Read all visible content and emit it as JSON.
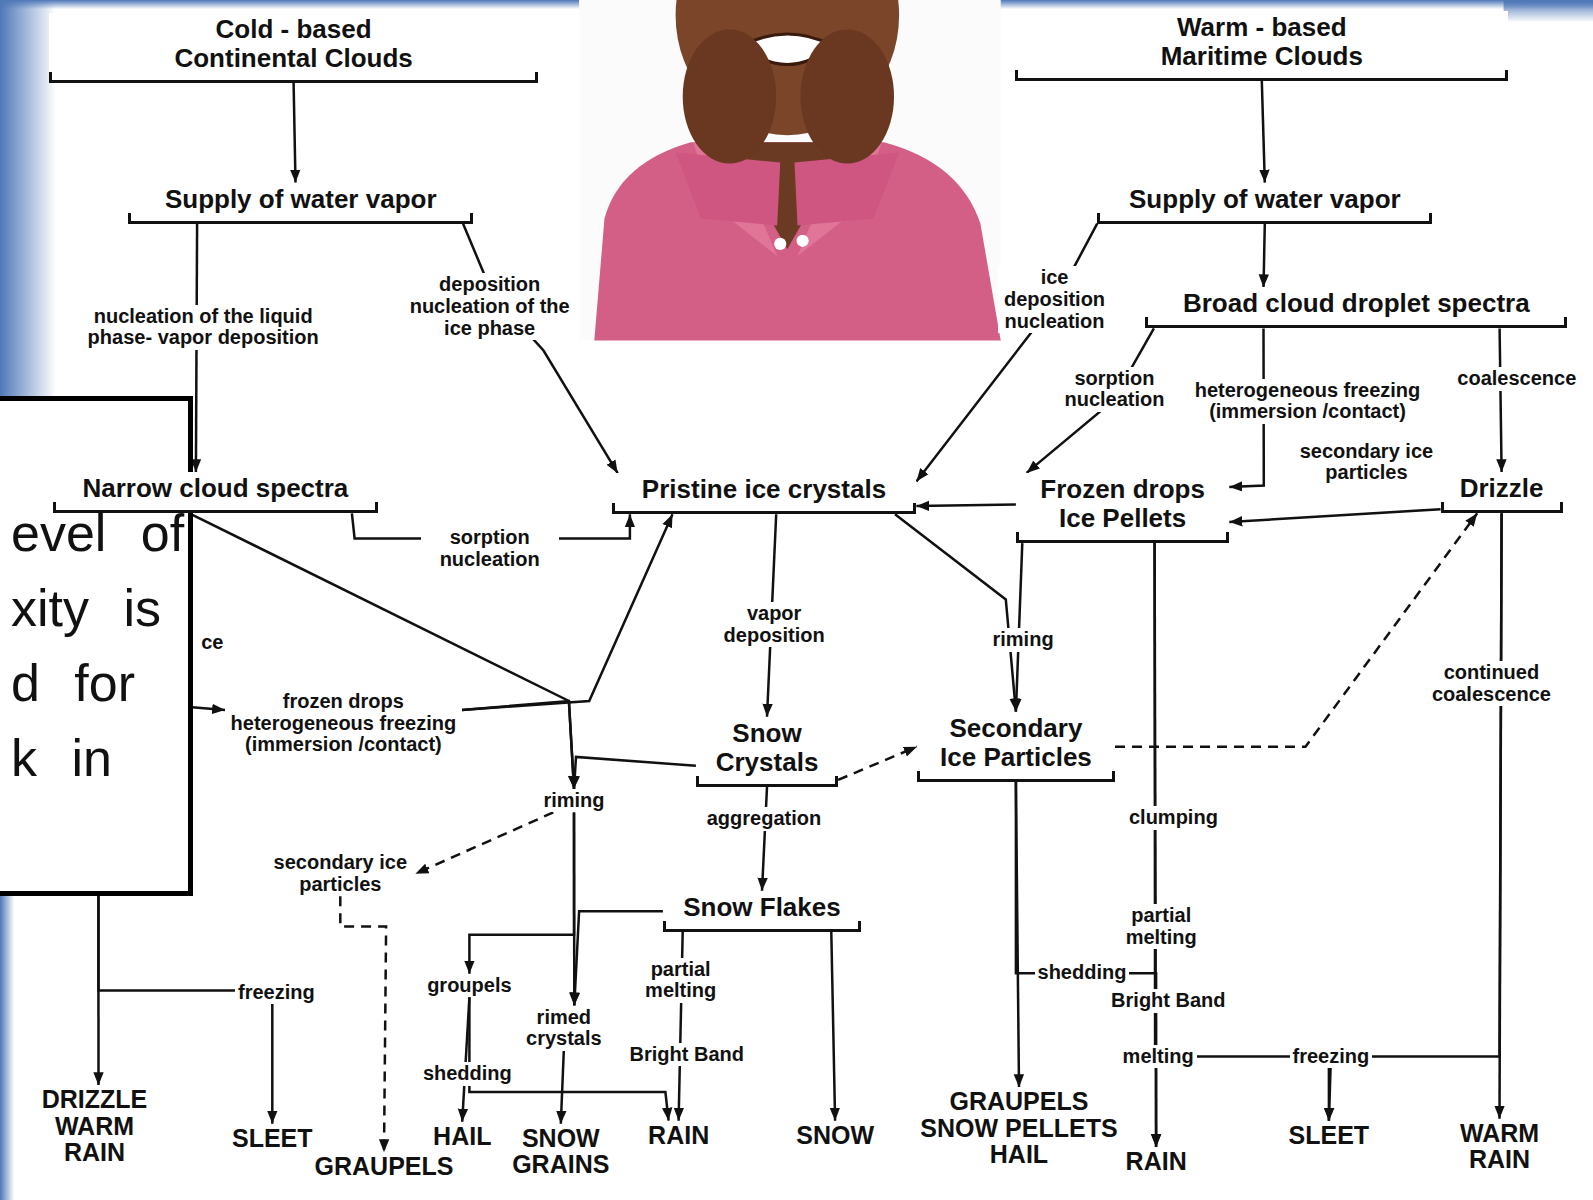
{
  "diagram": {
    "nodes": [
      {
        "text": [
          "Cold - based Continental Clouds"
        ]
      },
      {
        "text": [
          "Supply of water vapor"
        ]
      },
      {
        "text": [
          "Narrow cloud spectra"
        ]
      },
      {
        "text": [
          "Pristine ice crystals"
        ]
      },
      {
        "text": [
          "Snow Crystals"
        ]
      },
      {
        "text": [
          "Snow Flakes"
        ]
      },
      {
        "text": [
          "riming"
        ]
      },
      {
        "text": [
          "frozen drops heterogeneous freezing (immersion /contact)"
        ]
      },
      {
        "text": [
          "secondary ice particles"
        ]
      },
      {
        "text": [
          "groupels"
        ]
      },
      {
        "text": [
          "rimed crystals"
        ]
      },
      {
        "text": [
          "Warm - based Maritime Clouds"
        ]
      },
      {
        "text": [
          "Supply of water vapor"
        ]
      },
      {
        "text": [
          "Broad cloud droplet spectra"
        ]
      },
      {
        "text": [
          "Frozen drops Ice Pellets"
        ]
      },
      {
        "text": [
          "Drizzle"
        ]
      },
      {
        "text": [
          "Secondary Ice Particles"
        ]
      },
      {
        "text": [
          "DRIZZLE WARM RAIN"
        ]
      },
      {
        "text": [
          "SLEET"
        ]
      },
      {
        "text": [
          "GRAUPELS"
        ]
      },
      {
        "text": [
          "HAIL"
        ]
      },
      {
        "text": [
          "SNOW GRAINS"
        ]
      },
      {
        "text": [
          "RAIN"
        ]
      },
      {
        "text": [
          "SNOW"
        ]
      },
      {
        "text": [
          "GRAUPELS SNOW PELLETS HAIL"
        ]
      },
      {
        "text": [
          "RAIN"
        ]
      },
      {
        "text": [
          "SLEET"
        ]
      },
      {
        "text": [
          "WARM RAIN"
        ]
      },
      {
        "text": [
          "evel of xity is d for k in"
        ]
      }
    ],
    "edges": [
      {
        "from": 0,
        "to": 1,
        "arrow": "to"
      },
      {
        "from": 1,
        "to": 2,
        "label": "nucleation of the liquid phase- vapor deposition",
        "arrow": "to"
      },
      {
        "from": 1,
        "to": 3,
        "label": "deposition nucleation of the ice phase",
        "arrow": "to"
      },
      {
        "from": 2,
        "to": 3,
        "label": "sorption nucleation",
        "arrow": "to"
      },
      {
        "from": 2,
        "to": 6,
        "arrow": "to"
      },
      {
        "from": 7,
        "to": 6,
        "arrow": "to"
      },
      {
        "from": 7,
        "to": 3,
        "arrow": "to"
      },
      {
        "from": 2,
        "to": 7,
        "arrow": "to"
      },
      {
        "from": 2,
        "to": 17,
        "arrow": "to"
      },
      {
        "from": 2,
        "to": 18,
        "label": "freezing",
        "arrow": "to"
      },
      {
        "from": 3,
        "to": 4,
        "label": "vapor deposition",
        "arrow": "to"
      },
      {
        "from": 4,
        "to": 5,
        "label": "aggregation",
        "arrow": "to"
      },
      {
        "from": 4,
        "to": 16,
        "arrow": "to"
      },
      {
        "from": 4,
        "to": 6,
        "arrow": "to"
      },
      {
        "from": 5,
        "to": 10,
        "arrow": "to"
      },
      {
        "from": 5,
        "to": 23,
        "arrow": "to"
      },
      {
        "from": 5,
        "to": 22,
        "label": "partial melting",
        "arrow": "to"
      },
      {
        "from": 6,
        "to": 8,
        "arrow": "to"
      },
      {
        "from": 8,
        "to": 19,
        "arrow": "to"
      },
      {
        "from": 6,
        "to": 9,
        "arrow": "to"
      },
      {
        "from": 6,
        "to": 10,
        "arrow": "to"
      },
      {
        "from": 9,
        "to": 20,
        "arrow": "to"
      },
      {
        "from": 9,
        "to": 22,
        "label": "shedding",
        "arrow": "to"
      },
      {
        "from": 10,
        "to": 21,
        "arrow": "to"
      },
      {
        "from": 11,
        "to": 12,
        "arrow": "to"
      },
      {
        "from": 12,
        "to": 13,
        "arrow": "to"
      },
      {
        "from": 12,
        "to": 3,
        "label": "ice deposition nucleation",
        "arrow": "to"
      },
      {
        "from": 13,
        "to": 14,
        "label": "sorption nucleation",
        "arrow": "to"
      },
      {
        "from": 13,
        "to": 14,
        "label": "heterogeneous freezing (immersion /contact)",
        "arrow": "to"
      },
      {
        "from": 13,
        "to": 15,
        "label": "coalescence",
        "arrow": "to"
      },
      {
        "from": 15,
        "to": 14,
        "arrow": "to"
      },
      {
        "from": 14,
        "to": 3,
        "arrow": "to"
      },
      {
        "from": 3,
        "to": 16,
        "arrow": "to"
      },
      {
        "from": 14,
        "to": 16,
        "label": "riming",
        "arrow": "to"
      },
      {
        "from": 16,
        "to": 15,
        "arrow": "to"
      },
      {
        "from": 16,
        "to": 24,
        "arrow": "to"
      },
      {
        "from": 16,
        "to": 25,
        "label": "shedding",
        "arrow": "to"
      },
      {
        "from": 14,
        "to": 25,
        "label": "clumping",
        "arrow": "to"
      },
      {
        "from": 14,
        "to": 26,
        "label": "freezing",
        "arrow": "to"
      },
      {
        "from": 15,
        "to": 27,
        "label": "continued coalescence",
        "arrow": "to"
      },
      {
        "from": 15,
        "to": 26,
        "arrow": "to"
      }
    ],
    "labels": [
      "Bright Band",
      "partial melting",
      "Bright Band",
      "melting",
      "secondary ice particles",
      "ce"
    ]
  }
}
